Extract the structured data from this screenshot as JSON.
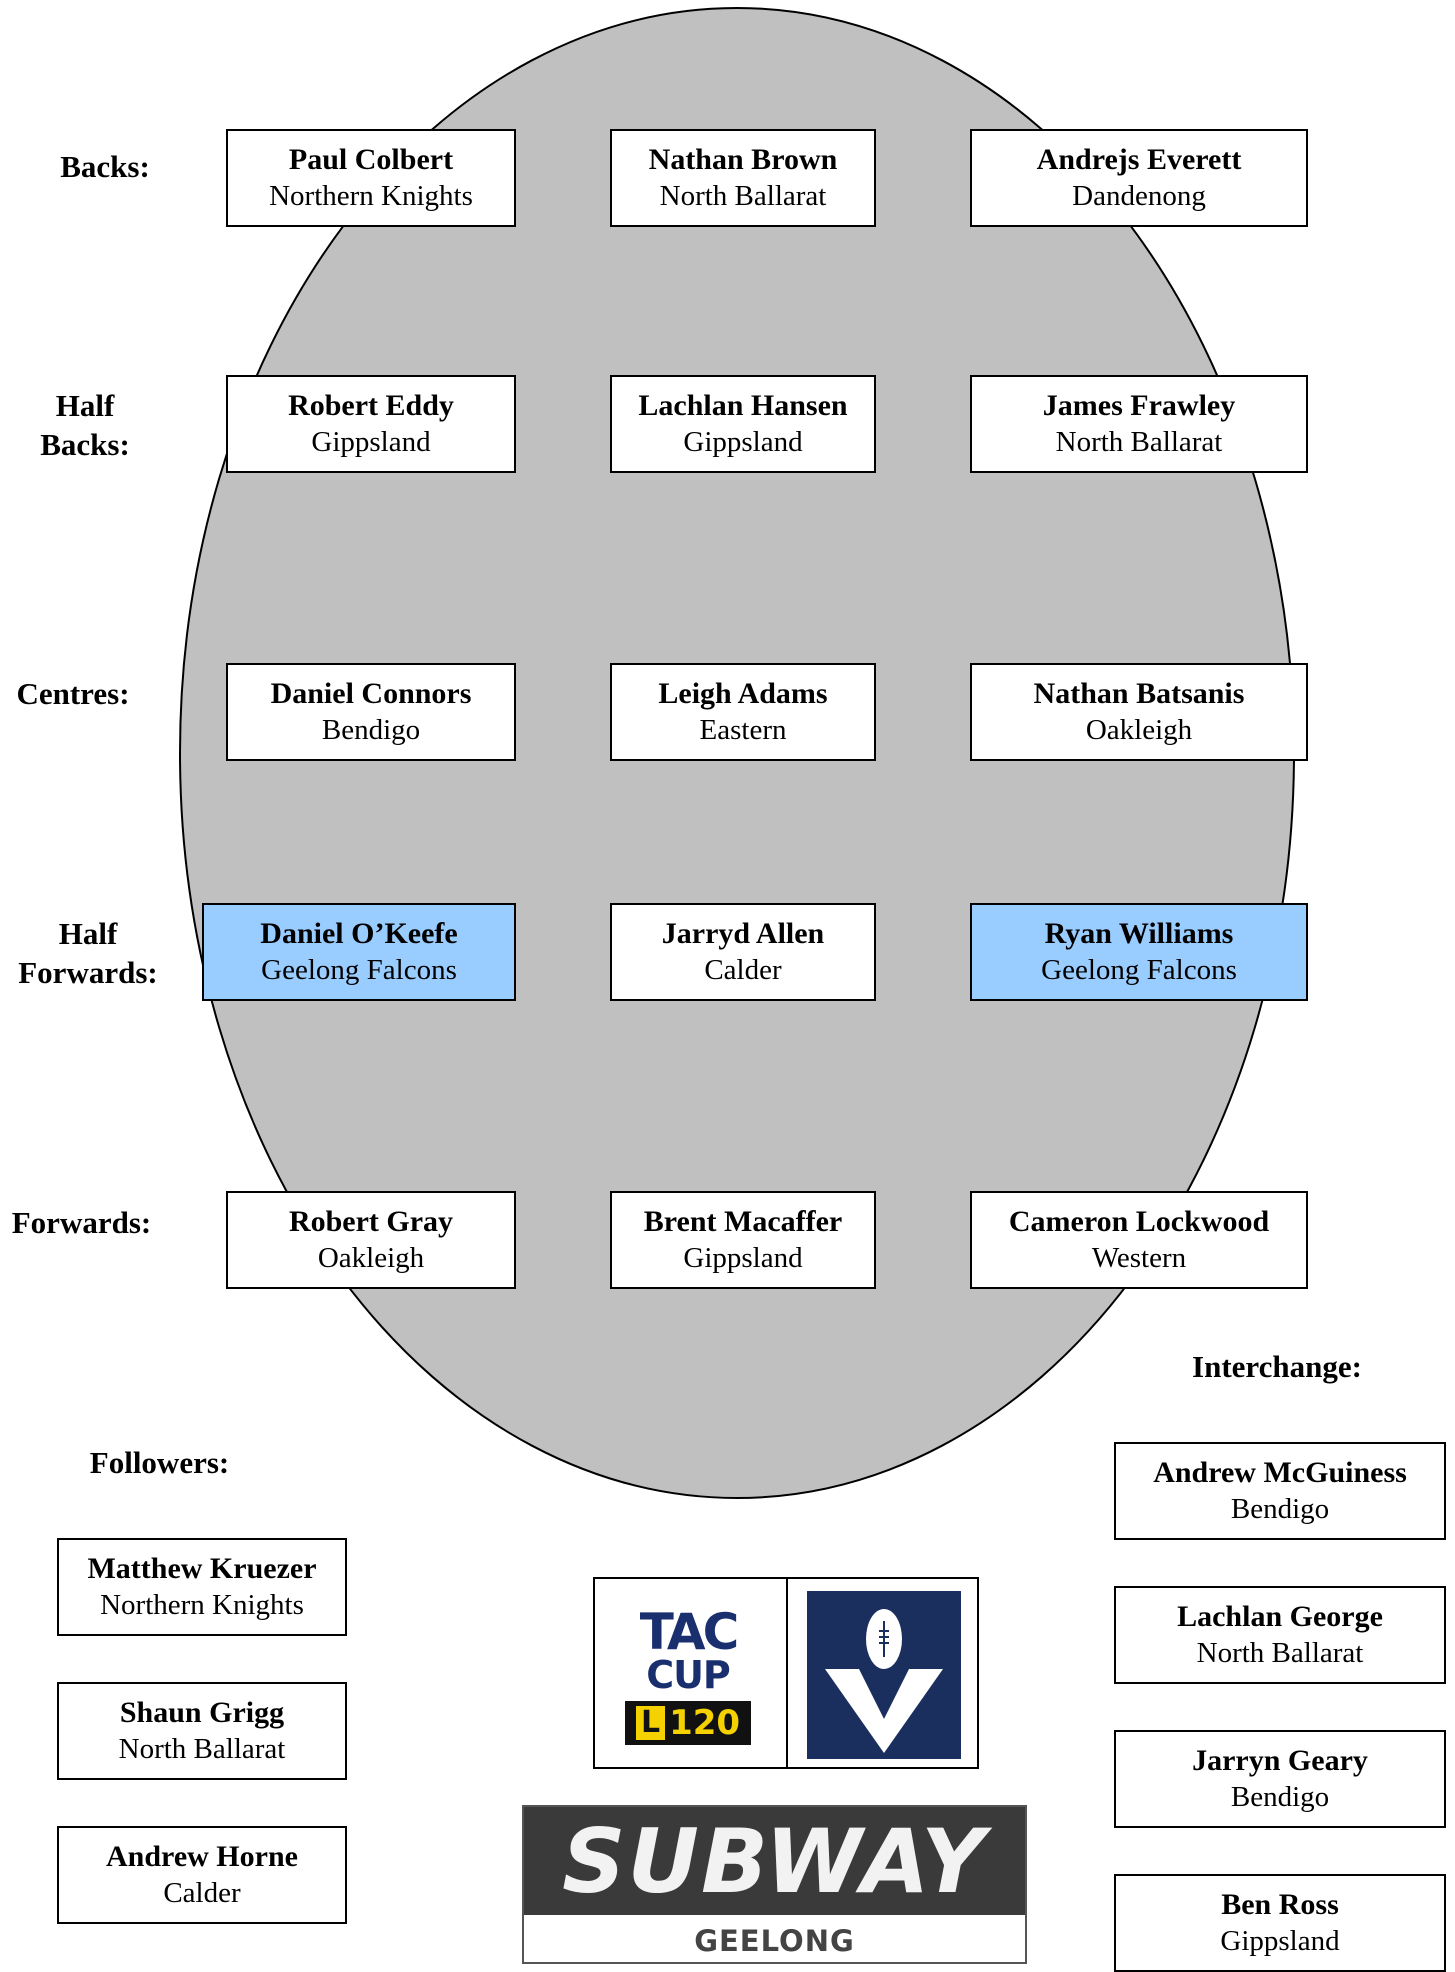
{
  "colors": {
    "field": "#c0c0c0",
    "highlight": "#99ccff"
  },
  "rows": {
    "backs": {
      "label": "Backs:",
      "players": [
        {
          "name": "Paul Colbert",
          "club": "Northern Knights"
        },
        {
          "name": "Nathan Brown",
          "club": "North Ballarat"
        },
        {
          "name": "Andrejs Everett",
          "club": "Dandenong"
        }
      ]
    },
    "half_backs": {
      "label_1": "Half",
      "label_2": "Backs:",
      "players": [
        {
          "name": "Robert Eddy",
          "club": "Gippsland"
        },
        {
          "name": "Lachlan Hansen",
          "club": "Gippsland"
        },
        {
          "name": "James Frawley",
          "club": "North Ballarat"
        }
      ]
    },
    "centres": {
      "label": "Centres:",
      "players": [
        {
          "name": "Daniel Connors",
          "club": "Bendigo"
        },
        {
          "name": "Leigh Adams",
          "club": "Eastern"
        },
        {
          "name": "Nathan Batsanis",
          "club": "Oakleigh"
        }
      ]
    },
    "half_forwards": {
      "label_1": "Half",
      "label_2": "Forwards:",
      "players": [
        {
          "name": "Daniel O’Keefe",
          "club": "Geelong Falcons"
        },
        {
          "name": "Jarryd Allen",
          "club": "Calder"
        },
        {
          "name": "Ryan Williams",
          "club": "Geelong Falcons"
        }
      ]
    },
    "forwards": {
      "label": "Forwards:",
      "players": [
        {
          "name": "Robert Gray",
          "club": "Oakleigh"
        },
        {
          "name": "Brent Macaffer",
          "club": "Gippsland"
        },
        {
          "name": "Cameron Lockwood",
          "club": "Western"
        }
      ]
    }
  },
  "followers": {
    "label": "Followers:",
    "players": [
      {
        "name": "Matthew Kruezer",
        "club": "Northern Knights"
      },
      {
        "name": "Shaun Grigg",
        "club": "North Ballarat"
      },
      {
        "name": "Andrew Horne",
        "club": "Calder"
      }
    ]
  },
  "interchange": {
    "label": "Interchange:",
    "players": [
      {
        "name": "Andrew McGuiness",
        "club": "Bendigo"
      },
      {
        "name": "Lachlan George",
        "club": "North Ballarat"
      },
      {
        "name": "Jarryn Geary",
        "club": "Bendigo"
      },
      {
        "name": "Ben Ross",
        "club": "Gippsland"
      }
    ]
  },
  "logos": {
    "tac_line1": "TAC",
    "tac_line2": "CUP",
    "tac_badge_letter": "L",
    "tac_badge_number": "120",
    "subway_word": "SUBWAY",
    "subway_sub": "GEELONG"
  }
}
